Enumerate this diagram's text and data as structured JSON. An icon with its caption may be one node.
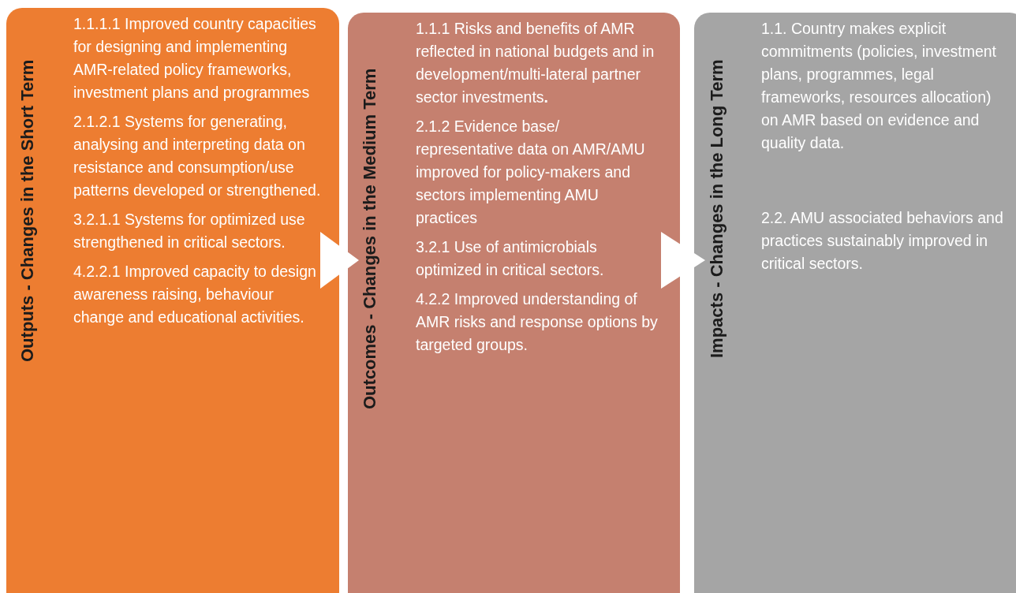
{
  "diagram": {
    "nodes": [
      {
        "text": [
          "Outputs - Changes in the Short Term",
          "1.1.1.1 Improved country capacities for designing and implementing AMR-related policy frameworks, investment plans and programmes",
          "2.1.2.1 Systems for generating, analysing and interpreting data on resistance and consumption/use patterns developed or strengthened.",
          "3.2.1.1 Systems for optimized use strengthened in critical sectors.",
          "4.2.2.1 Improved capacity to design awareness raising, behaviour change and educational activities."
        ]
      },
      {
        "text": [
          "Outcomes - Changes in the Medium Term",
          "1.1.1  Risks and benefits of AMR reflected in national budgets and in development/multi-lateral partner sector investments**.**",
          "2.1.2 Evidence base/ representative data on AMR/AMU improved for policy-makers and sectors implementing AMU practices",
          "3.2.1 Use of antimicrobials optimized in critical sectors.",
          "4.2.2 Improved understanding of AMR risks and response options by targeted groups."
        ]
      },
      {
        "text": [
          "Impacts - Changes in the Long Term",
          "1.1. Country makes explicit commitments (policies, investment plans, programmes, legal frameworks, resources allocation) on AMR based on evidence and quality data.",
          "2.2. AMU associated behaviors and practices sustainably improved in critical sectors."
        ]
      }
    ],
    "edges": [
      {
        "from": 0,
        "to": 1,
        "arrow": "to"
      },
      {
        "from": 1,
        "to": 2,
        "arrow": "to"
      }
    ]
  }
}
